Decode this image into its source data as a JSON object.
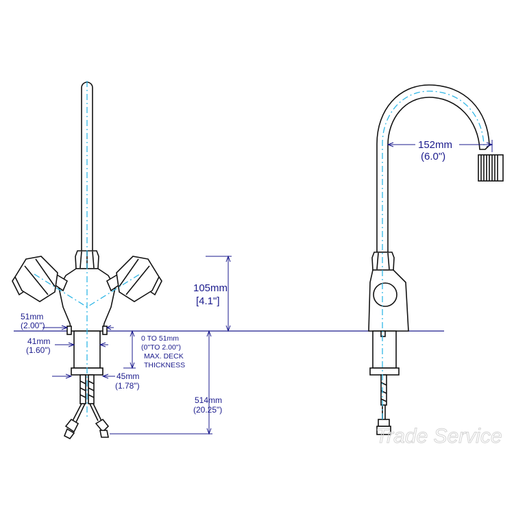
{
  "dimensions": {
    "spout_height": {
      "mm": "105mm",
      "in": "[4.1\"]"
    },
    "handle_spacing": {
      "mm": "51mm",
      "in": "(2.00\")"
    },
    "shank_width": {
      "mm": "41mm",
      "in": "(1.60\")"
    },
    "deck_thickness": {
      "line1": "0 TO 51mm",
      "line2": "(0\"TO 2.00\")",
      "line3": "MAX. DECK",
      "line4": "THICKNESS"
    },
    "nut_width": {
      "mm": "45mm",
      "in": "(1.78\")"
    },
    "overall_length": {
      "mm": "514mm",
      "in": "(20.25\")"
    },
    "spout_reach": {
      "mm": "152mm",
      "in": "(6.0\")"
    }
  },
  "watermark": "Trade Service",
  "colors": {
    "outline": "#111111",
    "centerline": "#2fb6e6",
    "dimension": "#1a1a8c"
  }
}
